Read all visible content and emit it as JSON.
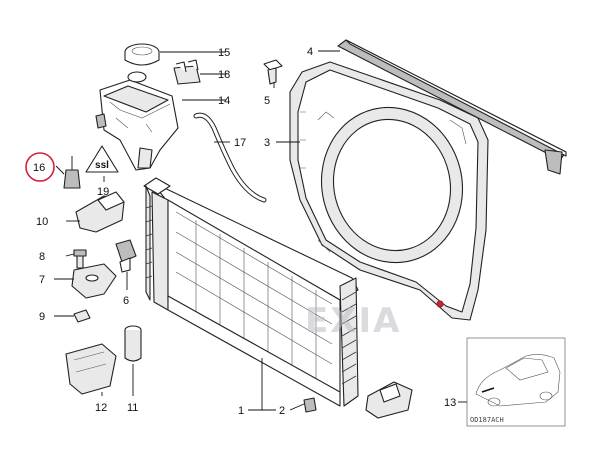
{
  "callouts": {
    "c1": "1",
    "c2": "2",
    "c3": "3",
    "c4": "4",
    "c5": "5",
    "c6": "6",
    "c7": "7",
    "c8": "8",
    "c9": "9",
    "c10": "10",
    "c11": "11",
    "c12": "12",
    "c13": "13",
    "c14": "14",
    "c15": "15",
    "c16": "16",
    "c17": "17",
    "c18": "18",
    "c19": "19"
  },
  "highlight": {
    "part": "16",
    "color": "#d0213b"
  },
  "watermark": "EXIA",
  "inset_code": "OD187ACH",
  "warning_sign": {
    "symbol": "ssl"
  }
}
